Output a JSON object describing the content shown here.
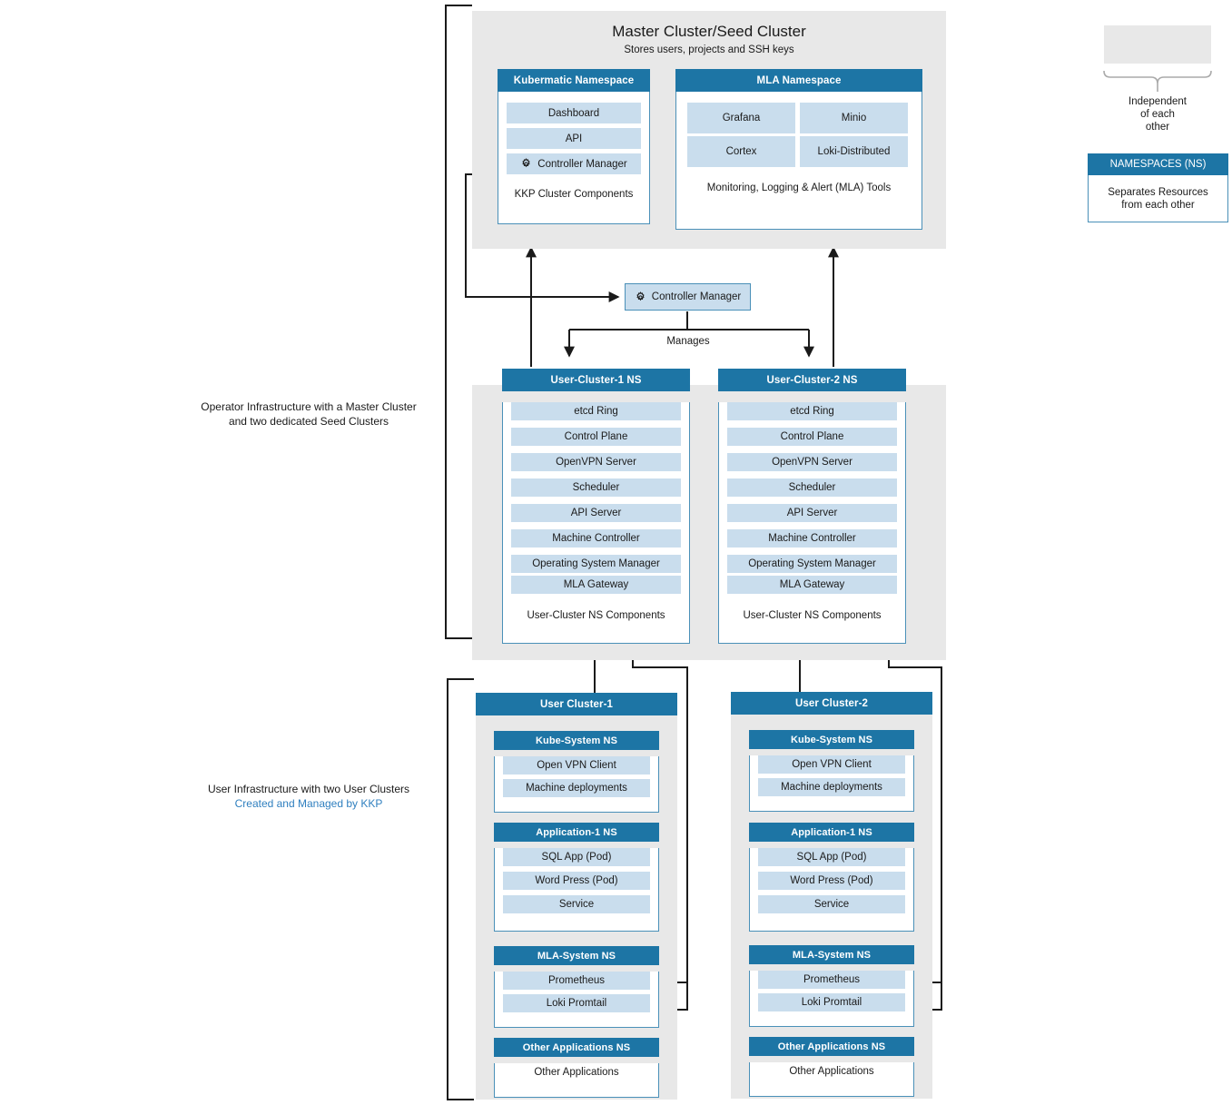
{
  "diagram": {
    "side_labels": {
      "operator": "Operator Infrastructure with a Master Cluster and two dedicated Seed Clusters",
      "operator_line1": "Operator Infrastructure with a Master Cluster",
      "operator_line2": "and two dedicated Seed Clusters",
      "user_line1": "User Infrastructure with two User Clusters",
      "user_line2": "Created and Managed by KKP"
    },
    "master_cluster": {
      "title": "Master Cluster/Seed Cluster",
      "subtitle": "Stores users, projects and SSH keys",
      "kubermatic_ns": {
        "header": "Kubermatic Namespace",
        "items": [
          "Dashboard",
          "API",
          "Controller Manager"
        ],
        "controller_icon": "gear-icon",
        "caption": "KKP Cluster Components"
      },
      "mla_ns": {
        "header": "MLA Namespace",
        "items": [
          "Grafana",
          "Minio",
          "Cortex",
          "Loki-Distributed"
        ],
        "caption": "Monitoring, Logging & Alert (MLA) Tools"
      }
    },
    "controller_manager": {
      "label": "Controller Manager",
      "icon": "gear-icon",
      "edge_label": "Manages"
    },
    "seed_namespaces": [
      {
        "header": "User-Cluster-1 NS",
        "items": [
          "etcd Ring",
          "Control Plane",
          "OpenVPN Server",
          "Scheduler",
          "API Server",
          "Machine Controller",
          "Operating System Manager",
          "MLA Gateway"
        ],
        "caption": "User-Cluster NS Components"
      },
      {
        "header": "User-Cluster-2 NS",
        "items": [
          "etcd Ring",
          "Control Plane",
          "OpenVPN Server",
          "Scheduler",
          "API Server",
          "Machine Controller",
          "Operating System Manager",
          "MLA Gateway"
        ],
        "caption": "User-Cluster NS Components"
      }
    ],
    "user_clusters": [
      {
        "header": "User Cluster-1",
        "namespaces": [
          {
            "header": "Kube-System NS",
            "items": [
              "Open VPN Client",
              "Machine deployments"
            ],
            "style": "shaded"
          },
          {
            "header": "Application-1 NS",
            "items": [
              "SQL App (Pod)",
              "Word Press (Pod)",
              "Service"
            ],
            "style": "shaded"
          },
          {
            "header": "MLA-System NS",
            "items": [
              "Prometheus",
              "Loki Promtail"
            ],
            "style": "shaded"
          },
          {
            "header": "Other Applications NS",
            "items": [
              "Other Applications"
            ],
            "style": "white"
          }
        ]
      },
      {
        "header": "User Cluster-2",
        "namespaces": [
          {
            "header": "Kube-System NS",
            "items": [
              "Open VPN Client",
              "Machine deployments"
            ],
            "style": "shaded"
          },
          {
            "header": "Application-1 NS",
            "items": [
              "SQL App (Pod)",
              "Word Press (Pod)",
              "Service"
            ],
            "style": "shaded"
          },
          {
            "header": "MLA-System NS",
            "items": [
              "Prometheus",
              "Loki Promtail"
            ],
            "style": "shaded"
          },
          {
            "header": "Other Applications NS",
            "items": [
              "Other Applications"
            ],
            "style": "white"
          }
        ]
      }
    ],
    "legend": {
      "brace_text_line1": "Independent",
      "brace_text_line2": "of each",
      "brace_text_line3": "other",
      "ns_header": "NAMESPACES (NS)",
      "ns_body_line1": "Separates Resources",
      "ns_body_line2": "from each other"
    },
    "colors": {
      "header_blue": "#1d75a5",
      "cell_blue": "#c9dded",
      "panel_gray": "#e8e8e8",
      "border_blue": "#4a90b8",
      "accent_text": "#2f7fbf",
      "wire": "#1a1a1a"
    }
  }
}
